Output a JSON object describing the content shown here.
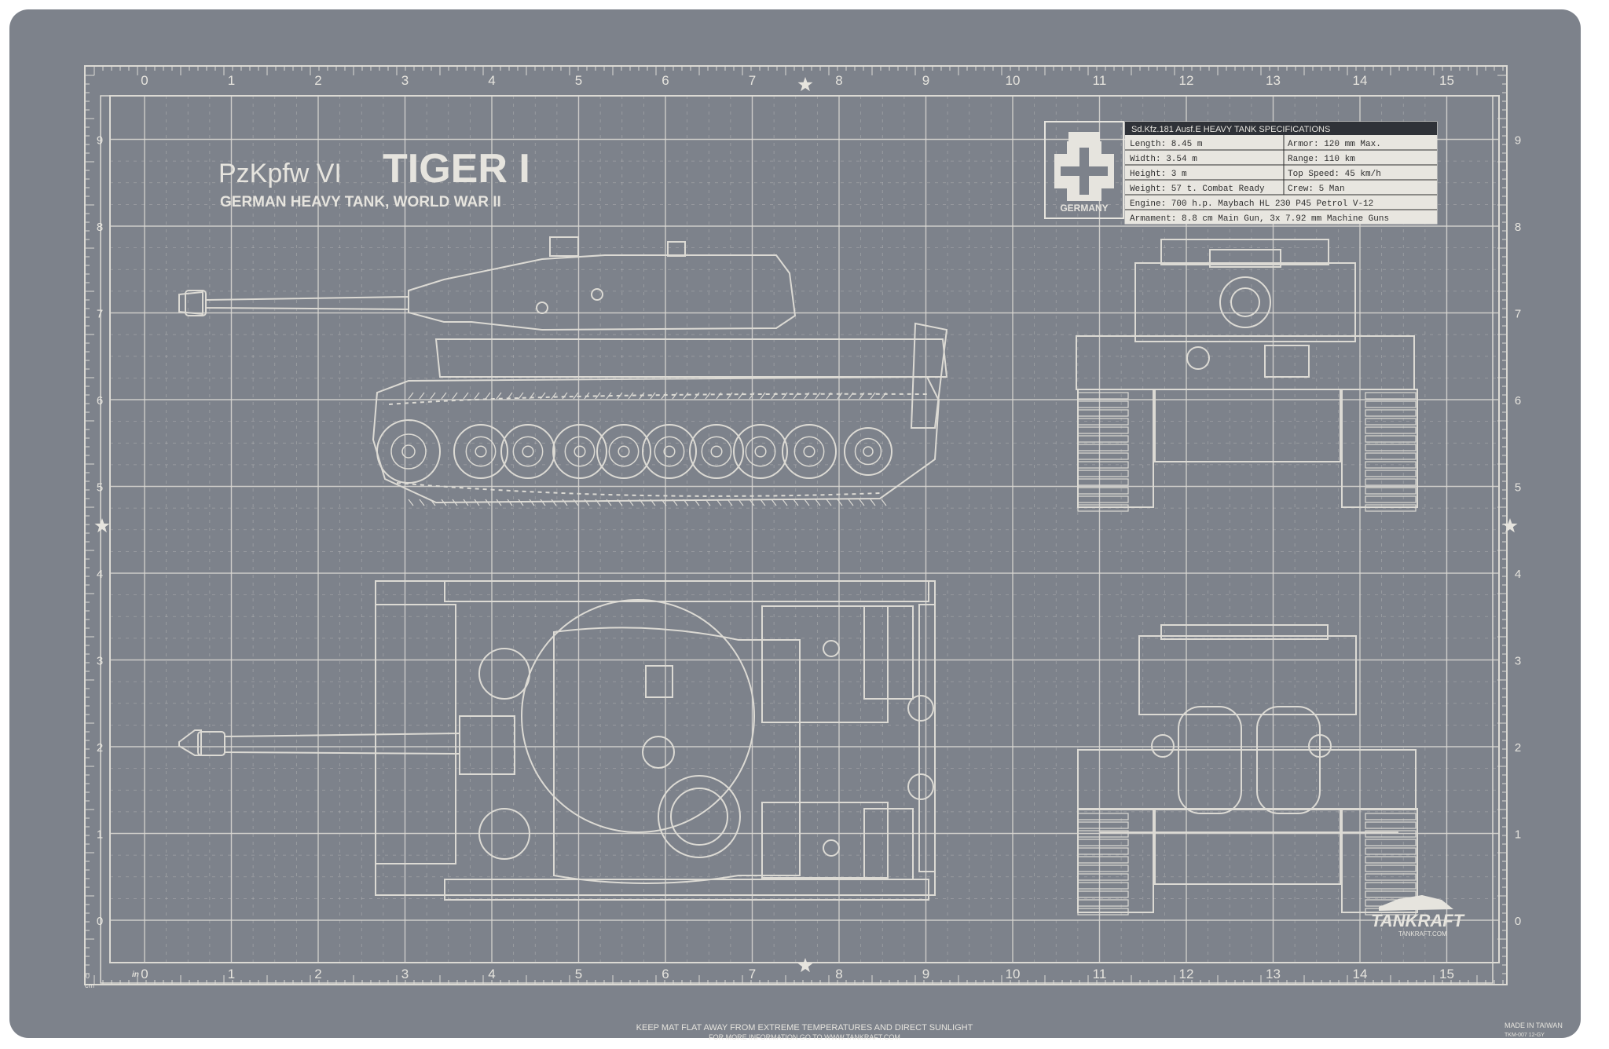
{
  "title": {
    "prefix": "PzKpfw VI",
    "main": "TIGER I",
    "subtitle": "GERMAN HEAVY TANK, WORLD WAR II"
  },
  "emblem": {
    "label": "GERMANY",
    "icon": "balkenkreuz-icon"
  },
  "specs": {
    "header": "Sd.Kfz.181 Ausf.E HEAVY TANK SPECIFICATIONS",
    "rows": [
      [
        "Length: 8.45 m",
        "Armor: 120 mm Max."
      ],
      [
        "Width: 3.54 m",
        "Range: 110 km"
      ],
      [
        "Height: 3 m",
        "Top Speed: 45 km/h"
      ],
      [
        "Weight: 57 t. Combat Ready",
        "Crew: 5 Man"
      ]
    ],
    "engine": "Engine: 700 h.p. Maybach HL 230 P45 Petrol V-12",
    "armament": "Armament: 8.8 cm Main Gun, 3x 7.92 mm Machine Guns"
  },
  "ruler": {
    "horizontal": [
      "0",
      "1",
      "2",
      "3",
      "4",
      "5",
      "6",
      "7",
      "8",
      "9",
      "10",
      "11",
      "12",
      "13",
      "14",
      "15"
    ],
    "vertical": [
      "9",
      "8",
      "7",
      "6",
      "5",
      "4",
      "3",
      "2",
      "1",
      "0"
    ],
    "unit_in": "in",
    "unit_cm": "cm",
    "origin_cm": "0"
  },
  "footer": {
    "warning": "KEEP MAT FLAT AWAY FROM EXTREME TEMPERATURES AND DIRECT SUNLIGHT",
    "info": "FOR MORE INFORMATION GO TO WWW.TANKRAFT.COM",
    "made_in": "MADE IN TAIWAN",
    "sku": "TKM-007 12-GY"
  },
  "brand": {
    "name": "TANKRAFT",
    "url": "TANKRAFT.COM"
  },
  "colors": {
    "mat": "#7d828b",
    "line": "#dcdad4",
    "table_bg": "#e8e6e0",
    "table_header": "#2f3238"
  }
}
